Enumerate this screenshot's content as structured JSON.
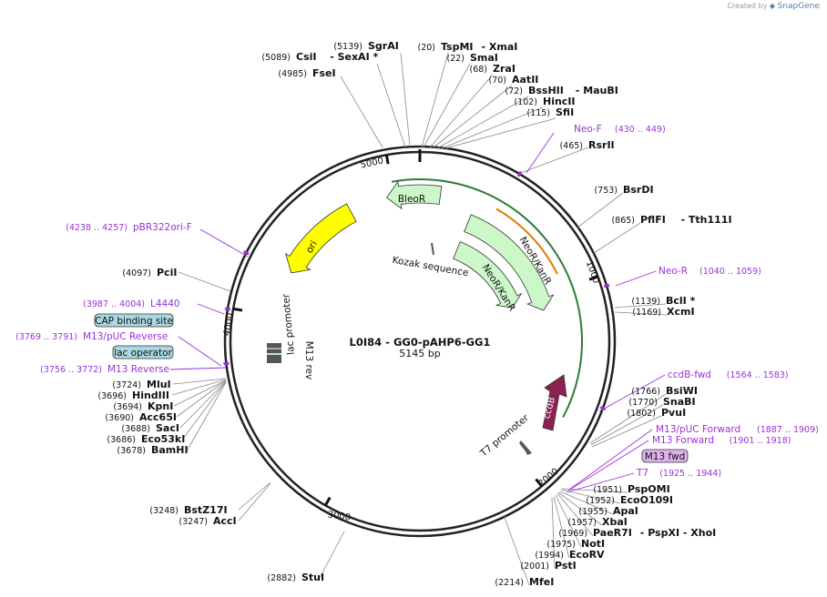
{
  "credit": {
    "prefix": "Created by",
    "brand": "SnapGene"
  },
  "plasmid": {
    "name": "L0I84 - GG0-pAHP6-GG1",
    "length_label": "5145 bp",
    "length_bp": 5145
  },
  "scale_ticks": [
    {
      "bp": 1000,
      "label": "1000"
    },
    {
      "bp": 2000,
      "label": "2000"
    },
    {
      "bp": 3000,
      "label": "3000"
    },
    {
      "bp": 4000,
      "label": "4000"
    },
    {
      "bp": 5000,
      "label": "5000"
    }
  ],
  "sites": [
    {
      "name": "TspMI",
      "sep": "- XmaI",
      "pos": "(20)"
    },
    {
      "name": "SmaI",
      "pos": "(22)"
    },
    {
      "name": "ZraI",
      "pos": "(68)"
    },
    {
      "name": "AatII",
      "pos": "(70)"
    },
    {
      "name": "BssHII",
      "sep": "- MauBI",
      "pos": "(72)"
    },
    {
      "name": "HincII",
      "pos": "(102)"
    },
    {
      "name": "SfiI",
      "pos": "(115)"
    },
    {
      "name": "RsrII",
      "pos": "(465)"
    },
    {
      "name": "BsrDI",
      "pos": "(753)"
    },
    {
      "name": "PflFI",
      "sep": "- Tth111I",
      "pos": "(865)"
    },
    {
      "name": "BclI *",
      "pos": "(1139)"
    },
    {
      "name": "XcmI",
      "pos": "(1169)"
    },
    {
      "name": "BsiWI",
      "pos": "(1766)"
    },
    {
      "name": "SnaBI",
      "pos": "(1770)"
    },
    {
      "name": "PvuI",
      "pos": "(1802)"
    },
    {
      "name": "PspOMI",
      "pos": "(1951)"
    },
    {
      "name": "EcoO109I",
      "pos": "(1952)"
    },
    {
      "name": "ApaI",
      "pos": "(1955)"
    },
    {
      "name": "XbaI",
      "pos": "(1957)"
    },
    {
      "name": "PaeR7I",
      "sep": "- PspXI   - XhoI",
      "pos": "(1969)"
    },
    {
      "name": "NotI",
      "pos": "(1975)"
    },
    {
      "name": "EcoRV",
      "pos": "(1994)"
    },
    {
      "name": "PstI",
      "pos": "(2001)"
    },
    {
      "name": "MfeI",
      "pos": "(2214)"
    },
    {
      "name": "StuI",
      "pos": "(2882)"
    },
    {
      "name": "BstZ17I",
      "pos": "(3248)"
    },
    {
      "name": "AccI",
      "pos": "(3247)"
    },
    {
      "name": "BamHI",
      "pos": "(3678)"
    },
    {
      "name": "Eco53kI",
      "pos": "(3686)"
    },
    {
      "name": "SacI",
      "pos": "(3688)"
    },
    {
      "name": "Acc65I",
      "pos": "(3690)"
    },
    {
      "name": "KpnI",
      "pos": "(3694)"
    },
    {
      "name": "HindIII",
      "pos": "(3696)"
    },
    {
      "name": "MluI",
      "pos": "(3724)"
    },
    {
      "name": "PciI",
      "pos": "(4097)"
    },
    {
      "name": "FseI",
      "pos": "(4985)"
    },
    {
      "name": "CsiI",
      "sep": "- SexAI *",
      "pos": "(5089)"
    },
    {
      "name": "SgrAI",
      "pos": "(5139)"
    }
  ],
  "primers": [
    {
      "name": "Neo-F",
      "range": "(430 .. 449)"
    },
    {
      "name": "Neo-R",
      "range": "(1040 .. 1059)"
    },
    {
      "name": "ccdB-fwd",
      "range": "(1564 .. 1583)"
    },
    {
      "name": "M13/pUC Forward",
      "range": "(1887 .. 1909)"
    },
    {
      "name": "M13 Forward",
      "range": "(1901 .. 1918)"
    },
    {
      "name": "T7",
      "range": "(1925 .. 1944)"
    },
    {
      "name": "M13 Reverse",
      "range": "(3756 .. 3772)"
    },
    {
      "name": "M13/pUC Reverse",
      "range": "(3769 .. 3791)"
    },
    {
      "name": "L4440",
      "range": "(3987 .. 4004)"
    },
    {
      "name": "pBR322ori-F",
      "range": "(4238 .. 4257)"
    }
  ],
  "boxed_labels": {
    "cap": "CAP binding site",
    "lacop": "lac operator",
    "m13fwd": "M13 fwd"
  },
  "features": {
    "bleor": "BleoR",
    "neor_outer": "NeoR/KanR",
    "neor_inner": "NeoR/KanR",
    "ori": "ori",
    "ccdb": "ccdB",
    "kozak": "Kozak sequence",
    "lac_promoter": "lac promoter",
    "m13rev": "M13 rev",
    "t7_promoter": "T7 promoter"
  },
  "colors": {
    "primer": "#9b30d9",
    "resistance": "#ccf7c9",
    "ori": "#ffff00",
    "ccdb": "#8b2252",
    "cds_line": "#2e7d32",
    "orange_line": "#e07b00",
    "boxed_fill": "#a9d8e0"
  }
}
